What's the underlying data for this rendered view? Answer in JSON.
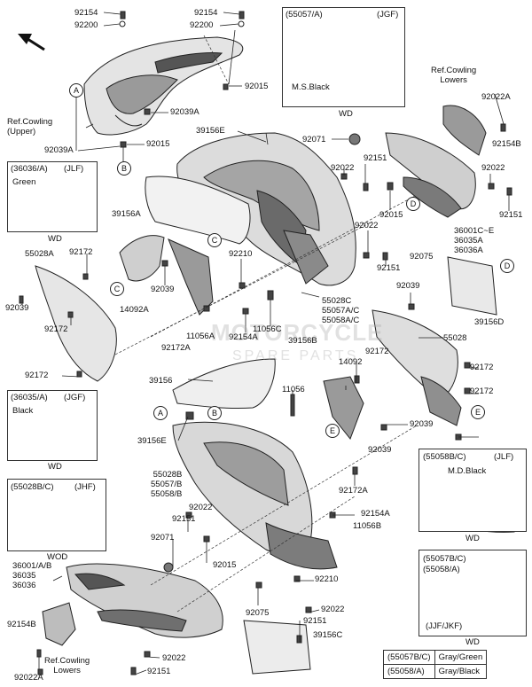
{
  "labels": {
    "p92154_top": "92154",
    "p92200_top": "92200",
    "p92154_top2": "92154",
    "p92200_top2": "92200",
    "p92015_a": "92015",
    "p92039A_a": "92039A",
    "p92015_b": "92015",
    "p92039A_b": "92039A",
    "ref_cowling_upper": "Ref.Cowling\n(Upper)",
    "p39156E_top": "39156E",
    "p92071_top": "92071",
    "p92022_a": "92022",
    "p92151_a": "92151",
    "p92015_c": "92015",
    "p92022_b": "92022",
    "p92151_b": "92151",
    "p92075_a": "92075",
    "ref_cowling_lowers_top": "Ref.Cowling\nLowers",
    "p92022A_top": "92022A",
    "p92154B_top": "92154B",
    "p92022_c": "92022",
    "p92151_c": "92151",
    "p36001_group_top": "36001C~E\n36035A\n36036A",
    "p39156A": "39156A",
    "p55028A": "55028A",
    "p92172_a": "92172",
    "p92039_a": "92039",
    "p92039_b": "92039",
    "p14092A": "14092A",
    "p92172_b": "92172",
    "p92172_c": "92172",
    "p92210_a": "92210",
    "p11056A": "11056A",
    "p92172A_a": "92172A",
    "p92154A_a": "92154A",
    "p11056C": "11056C",
    "p55028C_group": "55028C\n55057A/C\n55058A/C",
    "p39156B": "39156B",
    "p92039_c": "92039",
    "p39156D": "39156D",
    "p55028": "55028",
    "p92172_d": "92172",
    "p14092": "14092",
    "p92172_e": "92172",
    "p39156": "39156",
    "p11056": "11056",
    "p92039_d": "92039",
    "p92039_e": "92039",
    "p92172_f": "92172",
    "p39156E_mid": "39156E",
    "p55028B_group": "55028B\n55057/B\n55058/B",
    "p92022_d": "92022",
    "p92151_d": "92151",
    "p92071_b": "92071",
    "p92015_d": "92015",
    "p92172A_b": "92172A",
    "p92154A_b": "92154A",
    "p11056B": "11056B",
    "p36001_group_bottom": "36001/A/B\n36035\n36036",
    "p92210_b": "92210",
    "p92075_b": "92075",
    "p92022_e": "92022",
    "p92151_e": "92151",
    "p39156C": "39156C",
    "p92154B_bottom": "92154B",
    "ref_cowling_lowers_bottom": "Ref.Cowling\nLowers",
    "p92022A_bottom": "92022A",
    "p92022_f": "92022",
    "p92151_f": "92151"
  },
  "callouts": [
    "A",
    "B",
    "C",
    "C",
    "D",
    "D",
    "E",
    "E",
    "A",
    "B"
  ],
  "boxes": {
    "top_variant": {
      "code": "(55057/A)",
      "tag": "(JGF)",
      "color": "M.S.Black",
      "note": "WD"
    },
    "left_green": {
      "code": "(36036/A)",
      "tag": "(JLF)",
      "color": "Green",
      "note": "WD"
    },
    "left_black": {
      "code": "(36035/A)",
      "tag": "(JGF)",
      "color": "Black",
      "note": "WD"
    },
    "left_jhf": {
      "code": "(55028B/C)",
      "tag": "(JHF)",
      "note": "WOD"
    },
    "right_jlf": {
      "code": "(55058B/C)",
      "tag": "(JLF)",
      "color": "M.D.Black",
      "note": "WD"
    },
    "right_jjf": {
      "code1": "(55057B/C)",
      "code2": "(55058/A)",
      "tag": "(JJF/JKF)",
      "note": "WD"
    }
  },
  "legend": [
    {
      "code": "(55057B/C)",
      "color": "Gray/Green"
    },
    {
      "code": "(55058/A)",
      "color": "Gray/Black"
    }
  ],
  "watermark": {
    "line1": "MOTORCYCLE",
    "line2": "SPARE PARTS"
  },
  "colors": {
    "line": "#222222",
    "part_fill": "#dcdcdc",
    "part_dark": "#555555",
    "watermark": "#aaaaaa"
  }
}
